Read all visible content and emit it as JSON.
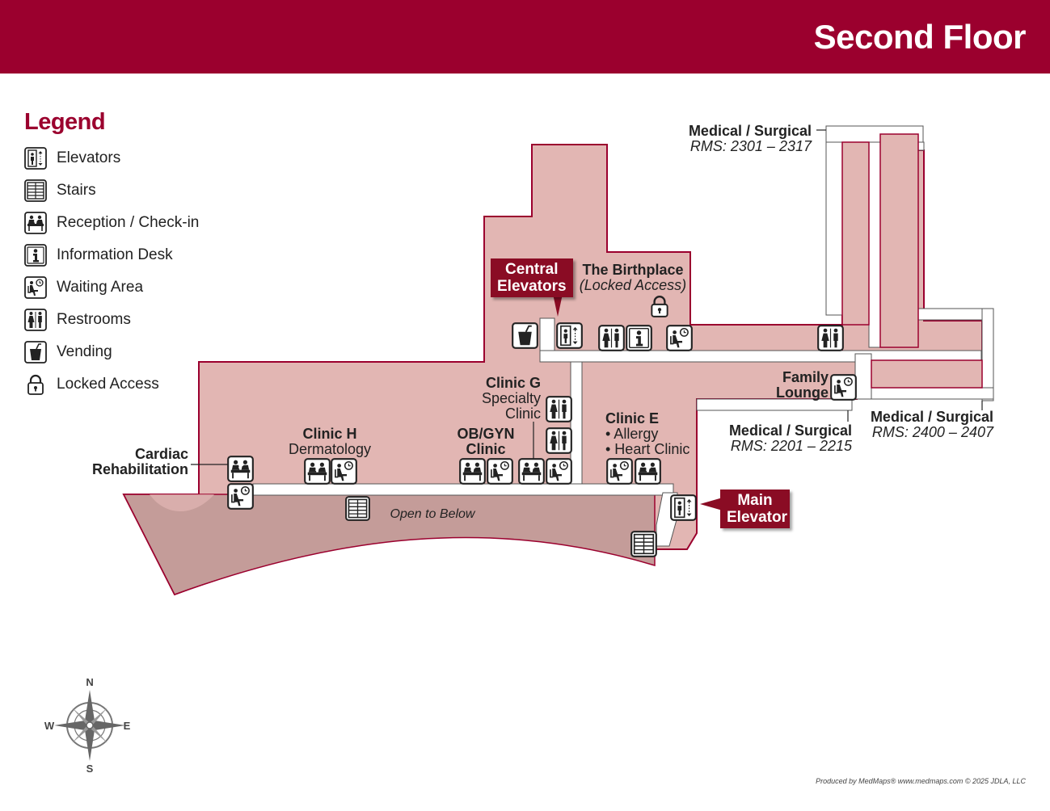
{
  "header": {
    "title": "Second Floor",
    "color": "#9b002e"
  },
  "legend": {
    "title": "Legend",
    "items": [
      {
        "icon": "elevator-icon",
        "label": "Elevators"
      },
      {
        "icon": "stairs-icon",
        "label": "Stairs"
      },
      {
        "icon": "reception-icon",
        "label": "Reception / Check-in"
      },
      {
        "icon": "information-icon",
        "label": "Information Desk"
      },
      {
        "icon": "waiting-icon",
        "label": "Waiting Area"
      },
      {
        "icon": "restroom-icon",
        "label": "Restrooms"
      },
      {
        "icon": "vending-icon",
        "label": "Vending"
      },
      {
        "icon": "lock-icon",
        "label": "Locked Access"
      }
    ]
  },
  "map": {
    "fill_color": "#e2b6b3",
    "open_below_color": "#c49c99",
    "outline_color": "#9b002e",
    "open_to_below": "Open to Below",
    "labels": {
      "med_surg_2301": {
        "name": "Medical / Surgical",
        "rooms": "RMS: 2301 – 2317"
      },
      "birthplace": {
        "name": "The Birthplace",
        "note": "(Locked Access)"
      },
      "family_lounge": {
        "line1": "Family",
        "line2": "Lounge"
      },
      "med_surg_2201": {
        "name": "Medical / Surgical",
        "rooms": "RMS: 2201 – 2215"
      },
      "med_surg_2400": {
        "name": "Medical / Surgical",
        "rooms": "RMS: 2400 – 2407"
      },
      "clinic_g": {
        "name": "Clinic G",
        "line2": "Specialty",
        "line3": "Clinic"
      },
      "clinic_e": {
        "name": "Clinic E",
        "line2": "• Allergy",
        "line3": "• Heart Clinic"
      },
      "clinic_h": {
        "name": "Clinic H",
        "line2": "Dermatology"
      },
      "obgyn": {
        "line1": "OB/GYN",
        "line2": "Clinic"
      },
      "cardiac": {
        "line1": "Cardiac",
        "line2": "Rehabilitation"
      }
    },
    "callouts": {
      "central": {
        "line1": "Central",
        "line2": "Elevators"
      },
      "main": {
        "line1": "Main",
        "line2": "Elevator"
      }
    }
  },
  "compass": {
    "n": "N",
    "s": "S",
    "e": "E",
    "w": "W"
  },
  "credit": "Produced by MedMaps® www.medmaps.com © 2025 JDLA, LLC"
}
